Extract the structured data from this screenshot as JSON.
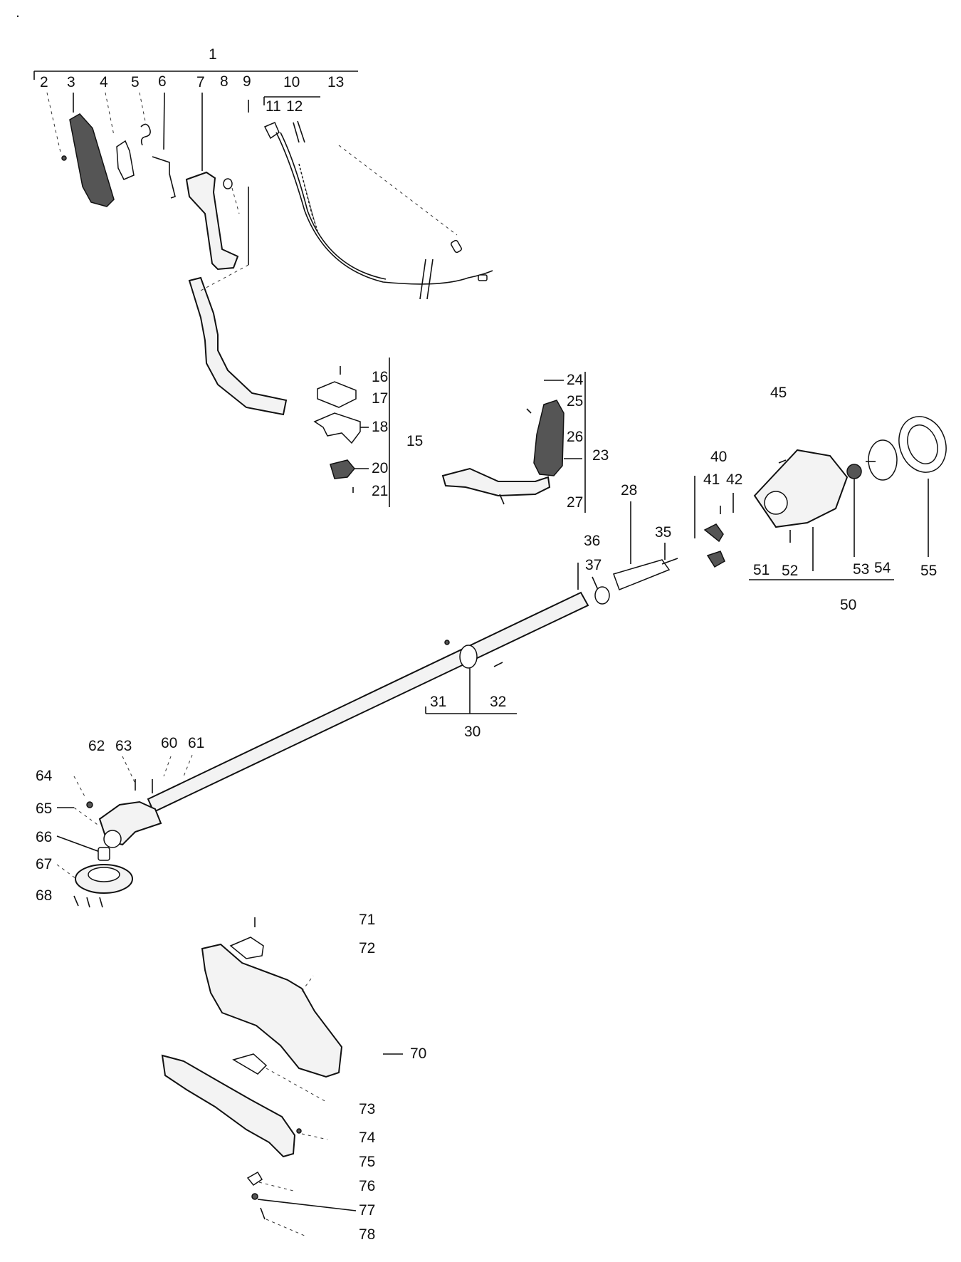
{
  "corner_mark": ".",
  "labels": {
    "p1": "1",
    "p2": "2",
    "p3": "3",
    "p4": "4",
    "p5": "5",
    "p6": "6",
    "p7": "7",
    "p8": "8",
    "p9": "9",
    "p10": "10",
    "p11": "11",
    "p12": "12",
    "p13": "13",
    "p15": "15",
    "p16": "16",
    "p17": "17",
    "p18": "18",
    "p20": "20",
    "p21": "21",
    "p23": "23",
    "p24": "24",
    "p25": "25",
    "p26": "26",
    "p27": "27",
    "p28": "28",
    "p30": "30",
    "p31": "31",
    "p32": "32",
    "p35": "35",
    "p36": "36",
    "p37": "37",
    "p40": "40",
    "p41": "41",
    "p42": "42",
    "p45": "45",
    "p50": "50",
    "p51": "51",
    "p52": "52",
    "p53": "53",
    "p54": "54",
    "p55": "55",
    "p60": "60",
    "p61": "61",
    "p62": "62",
    "p63": "63",
    "p64": "64",
    "p65": "65",
    "p66": "66",
    "p67": "67",
    "p68": "68",
    "p70": "70",
    "p71": "71",
    "p72": "72",
    "p73": "73",
    "p74": "74",
    "p75": "75",
    "p76": "76",
    "p77": "77",
    "p78": "78"
  }
}
